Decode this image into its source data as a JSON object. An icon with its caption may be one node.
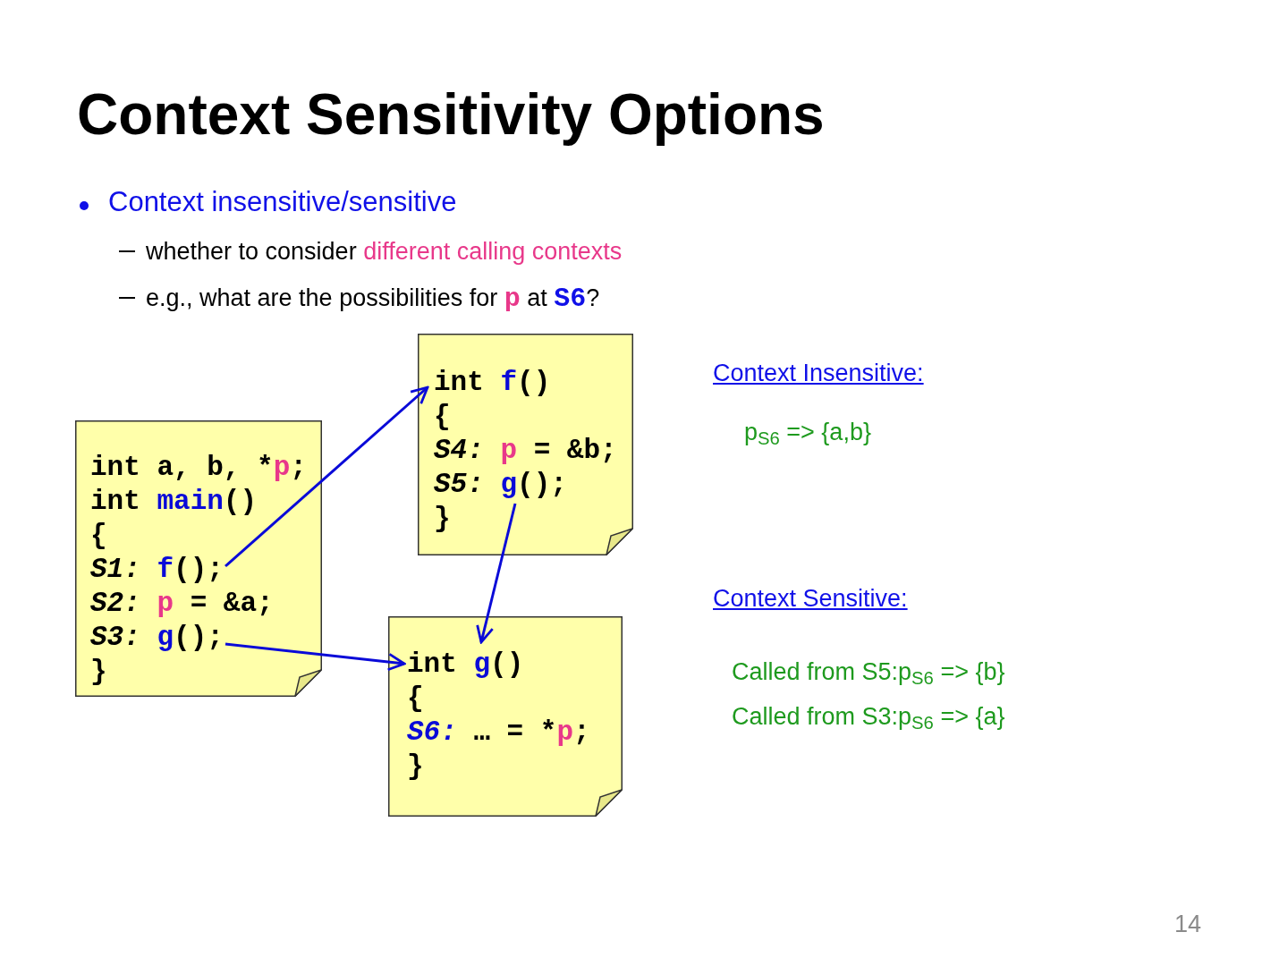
{
  "diagram": {
    "title": "Context Sensitivity Options",
    "nodes": [
      {
        "text": [
          "int a, b, *p;",
          "int main()",
          "{",
          "S1: f();",
          "S2: p = &a;",
          "S3: g();",
          "}"
        ]
      },
      {
        "text": [
          "int f()",
          "{",
          "S4: p = &b;",
          "S5: g();",
          "}"
        ]
      },
      {
        "text": [
          "int g()",
          "{",
          "S6: … = *p;",
          "}"
        ]
      }
    ],
    "edges": [
      {
        "from": 0,
        "to": 1,
        "arrow": "to"
      },
      {
        "from": 0,
        "to": 2,
        "arrow": "to"
      },
      {
        "from": 1,
        "to": 2,
        "arrow": "to"
      }
    ],
    "labels": [
      "Context insensitive/sensitive",
      "whether to consider different calling contexts",
      "e.g., what are the possibilities for **p** at **S6**?",
      "Context Insensitive:",
      "p$_{S6}$ => {a,b}",
      "Context Sensitive:",
      "Called from S5:p$_{S6}$ => {b}",
      "Called from S3:p$_{S6}$ => {a}",
      "14"
    ]
  }
}
